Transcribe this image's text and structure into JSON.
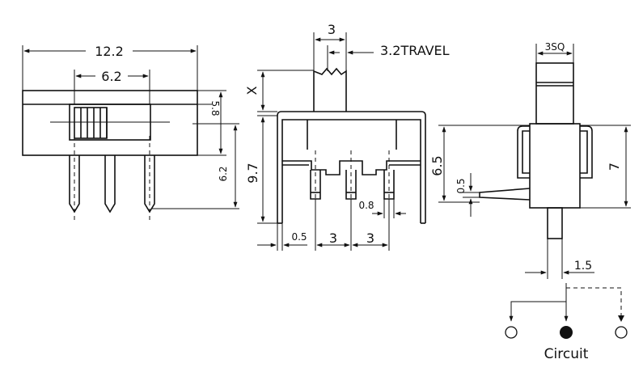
{
  "dimensions": {
    "width_total": "12.2",
    "width_inner": "6.2",
    "height_body": "5.8",
    "pin_length": "6.2",
    "actuator_width": "3",
    "travel": "3.2TRAVEL",
    "actuator_height": "X",
    "height_total": "9.7",
    "pin_width": "0.8",
    "lug_thickness": "0.5",
    "pitch_1": "3",
    "pitch_2": "3",
    "actuator_square": "3SQ",
    "side_height_1": "6.5",
    "side_height_2": "7",
    "side_lug": "0.5",
    "pin_thickness": "1.5"
  },
  "circuit": {
    "label": "Circuit"
  }
}
